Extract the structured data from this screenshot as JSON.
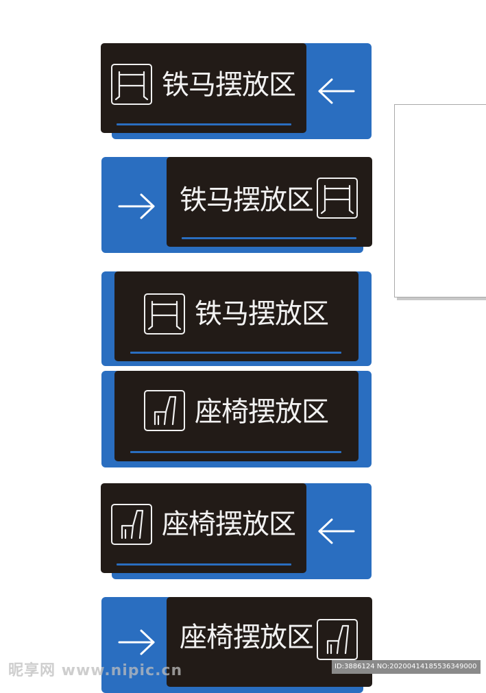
{
  "signs": [
    {
      "label": "铁马摆放区",
      "icon": "barrier-icon",
      "arrow": "arrow-left-icon"
    },
    {
      "label": "铁马摆放区",
      "icon": "barrier-icon",
      "arrow": "arrow-right-icon"
    },
    {
      "label": "铁马摆放区",
      "icon": "barrier-icon",
      "arrow": ""
    },
    {
      "label": "座椅摆放区",
      "icon": "chair-icon",
      "arrow": ""
    },
    {
      "label": "座椅摆放区",
      "icon": "chair-icon",
      "arrow": "arrow-left-icon"
    },
    {
      "label": "座椅摆放区",
      "icon": "chair-icon",
      "arrow": "arrow-right-icon"
    }
  ],
  "footer": {
    "watermark": "昵享网 www.nipic.cn",
    "id_text": "ID:3886124 NO:20200414185536349000"
  },
  "colors": {
    "blue": "#2a6ec0",
    "dark": "#221b17",
    "text": "#f2f2f2"
  }
}
